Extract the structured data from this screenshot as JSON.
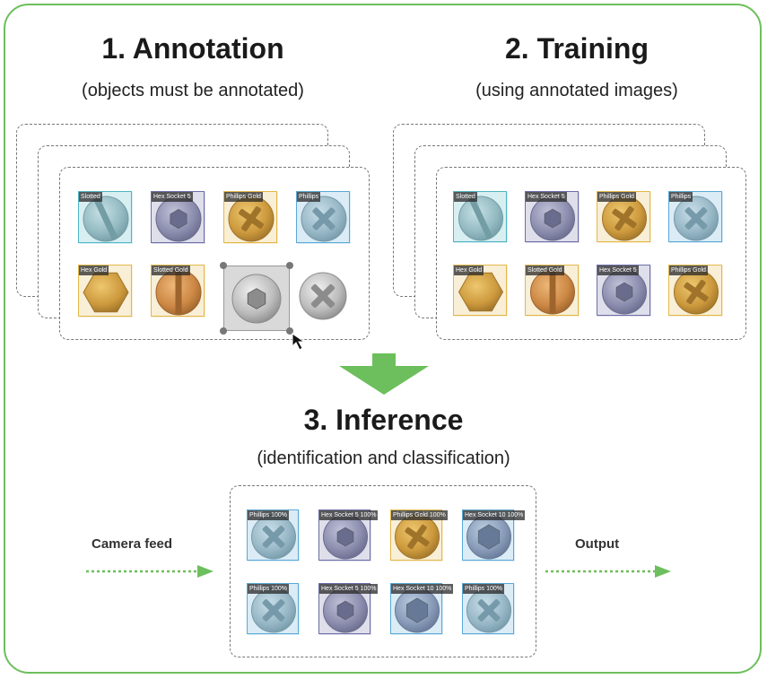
{
  "steps": {
    "annotation": {
      "title": "1. Annotation",
      "subtitle": "(objects must be annotated)"
    },
    "training": {
      "title": "2. Training",
      "subtitle": "(using annotated images)"
    },
    "inference": {
      "title": "3. Inference",
      "subtitle": "(identification and classification)"
    }
  },
  "flow": {
    "input_label": "Camera feed",
    "output_label": "Output"
  },
  "colors": {
    "frame": "#6cbf5c",
    "arrow": "#6cbf5c",
    "box_slotted": "#4fb6c4",
    "box_hex": "#6c6fa8",
    "box_gold": "#e2b84a",
    "box_phillips": "#5aa9d6"
  },
  "annotation_tiles": [
    {
      "label": "Slotted",
      "kind": "slotted",
      "metal": "silver",
      "box": "cyan"
    },
    {
      "label": "Hex Socket 5",
      "kind": "hexsocket",
      "metal": "steel",
      "box": "purple"
    },
    {
      "label": "Phillips Gold",
      "kind": "phillips",
      "metal": "gold",
      "box": "gold"
    },
    {
      "label": "Phillips",
      "kind": "phillips",
      "metal": "silver",
      "box": "blue"
    },
    {
      "label": "Hex Gold",
      "kind": "hexhead",
      "metal": "gold",
      "box": "gold"
    },
    {
      "label": "Slotted Gold",
      "kind": "slotted",
      "metal": "copper",
      "box": "gold"
    }
  ],
  "annotation_unlabeled": [
    {
      "kind": "hexsocket",
      "metal": "grey",
      "state": "being-annotated"
    },
    {
      "kind": "phillips",
      "metal": "grey",
      "state": "unlabeled"
    }
  ],
  "training_tiles": [
    {
      "label": "Slotted",
      "kind": "slotted",
      "metal": "silver",
      "box": "cyan"
    },
    {
      "label": "Hex Socket 5",
      "kind": "hexsocket",
      "metal": "steel",
      "box": "purple"
    },
    {
      "label": "Phillips Gold",
      "kind": "phillips",
      "metal": "gold",
      "box": "gold"
    },
    {
      "label": "Phillips",
      "kind": "phillips",
      "metal": "silver",
      "box": "blue"
    },
    {
      "label": "Hex Gold",
      "kind": "hexhead",
      "metal": "gold",
      "box": "gold"
    },
    {
      "label": "Slotted Gold",
      "kind": "slotted",
      "metal": "copper",
      "box": "gold"
    },
    {
      "label": "Hex Socket 5",
      "kind": "hexsocket",
      "metal": "steel",
      "box": "purple"
    },
    {
      "label": "Phillips Gold",
      "kind": "phillips",
      "metal": "gold",
      "box": "gold"
    }
  ],
  "inference_tiles": [
    {
      "label": "Phillips 100%",
      "kind": "phillips",
      "metal": "silver",
      "box": "blue"
    },
    {
      "label": "Hex Socket 5 100%",
      "kind": "hexsocket",
      "metal": "steel",
      "box": "purple"
    },
    {
      "label": "Phillips Gold 100%",
      "kind": "phillips",
      "metal": "gold",
      "box": "gold"
    },
    {
      "label": "Hex Socket 10 100%",
      "kind": "hexsocket10",
      "metal": "steel",
      "box": "blue"
    },
    {
      "label": "Phillips 100%",
      "kind": "phillips",
      "metal": "silver",
      "box": "blue"
    },
    {
      "label": "Hex Socket 5 100%",
      "kind": "hexsocket",
      "metal": "steel",
      "box": "purple"
    },
    {
      "label": "Hex Socket 10 100%",
      "kind": "hexsocket10",
      "metal": "steel",
      "box": "blue"
    },
    {
      "label": "Phillips 100%",
      "kind": "phillips",
      "metal": "silver",
      "box": "blue"
    }
  ]
}
